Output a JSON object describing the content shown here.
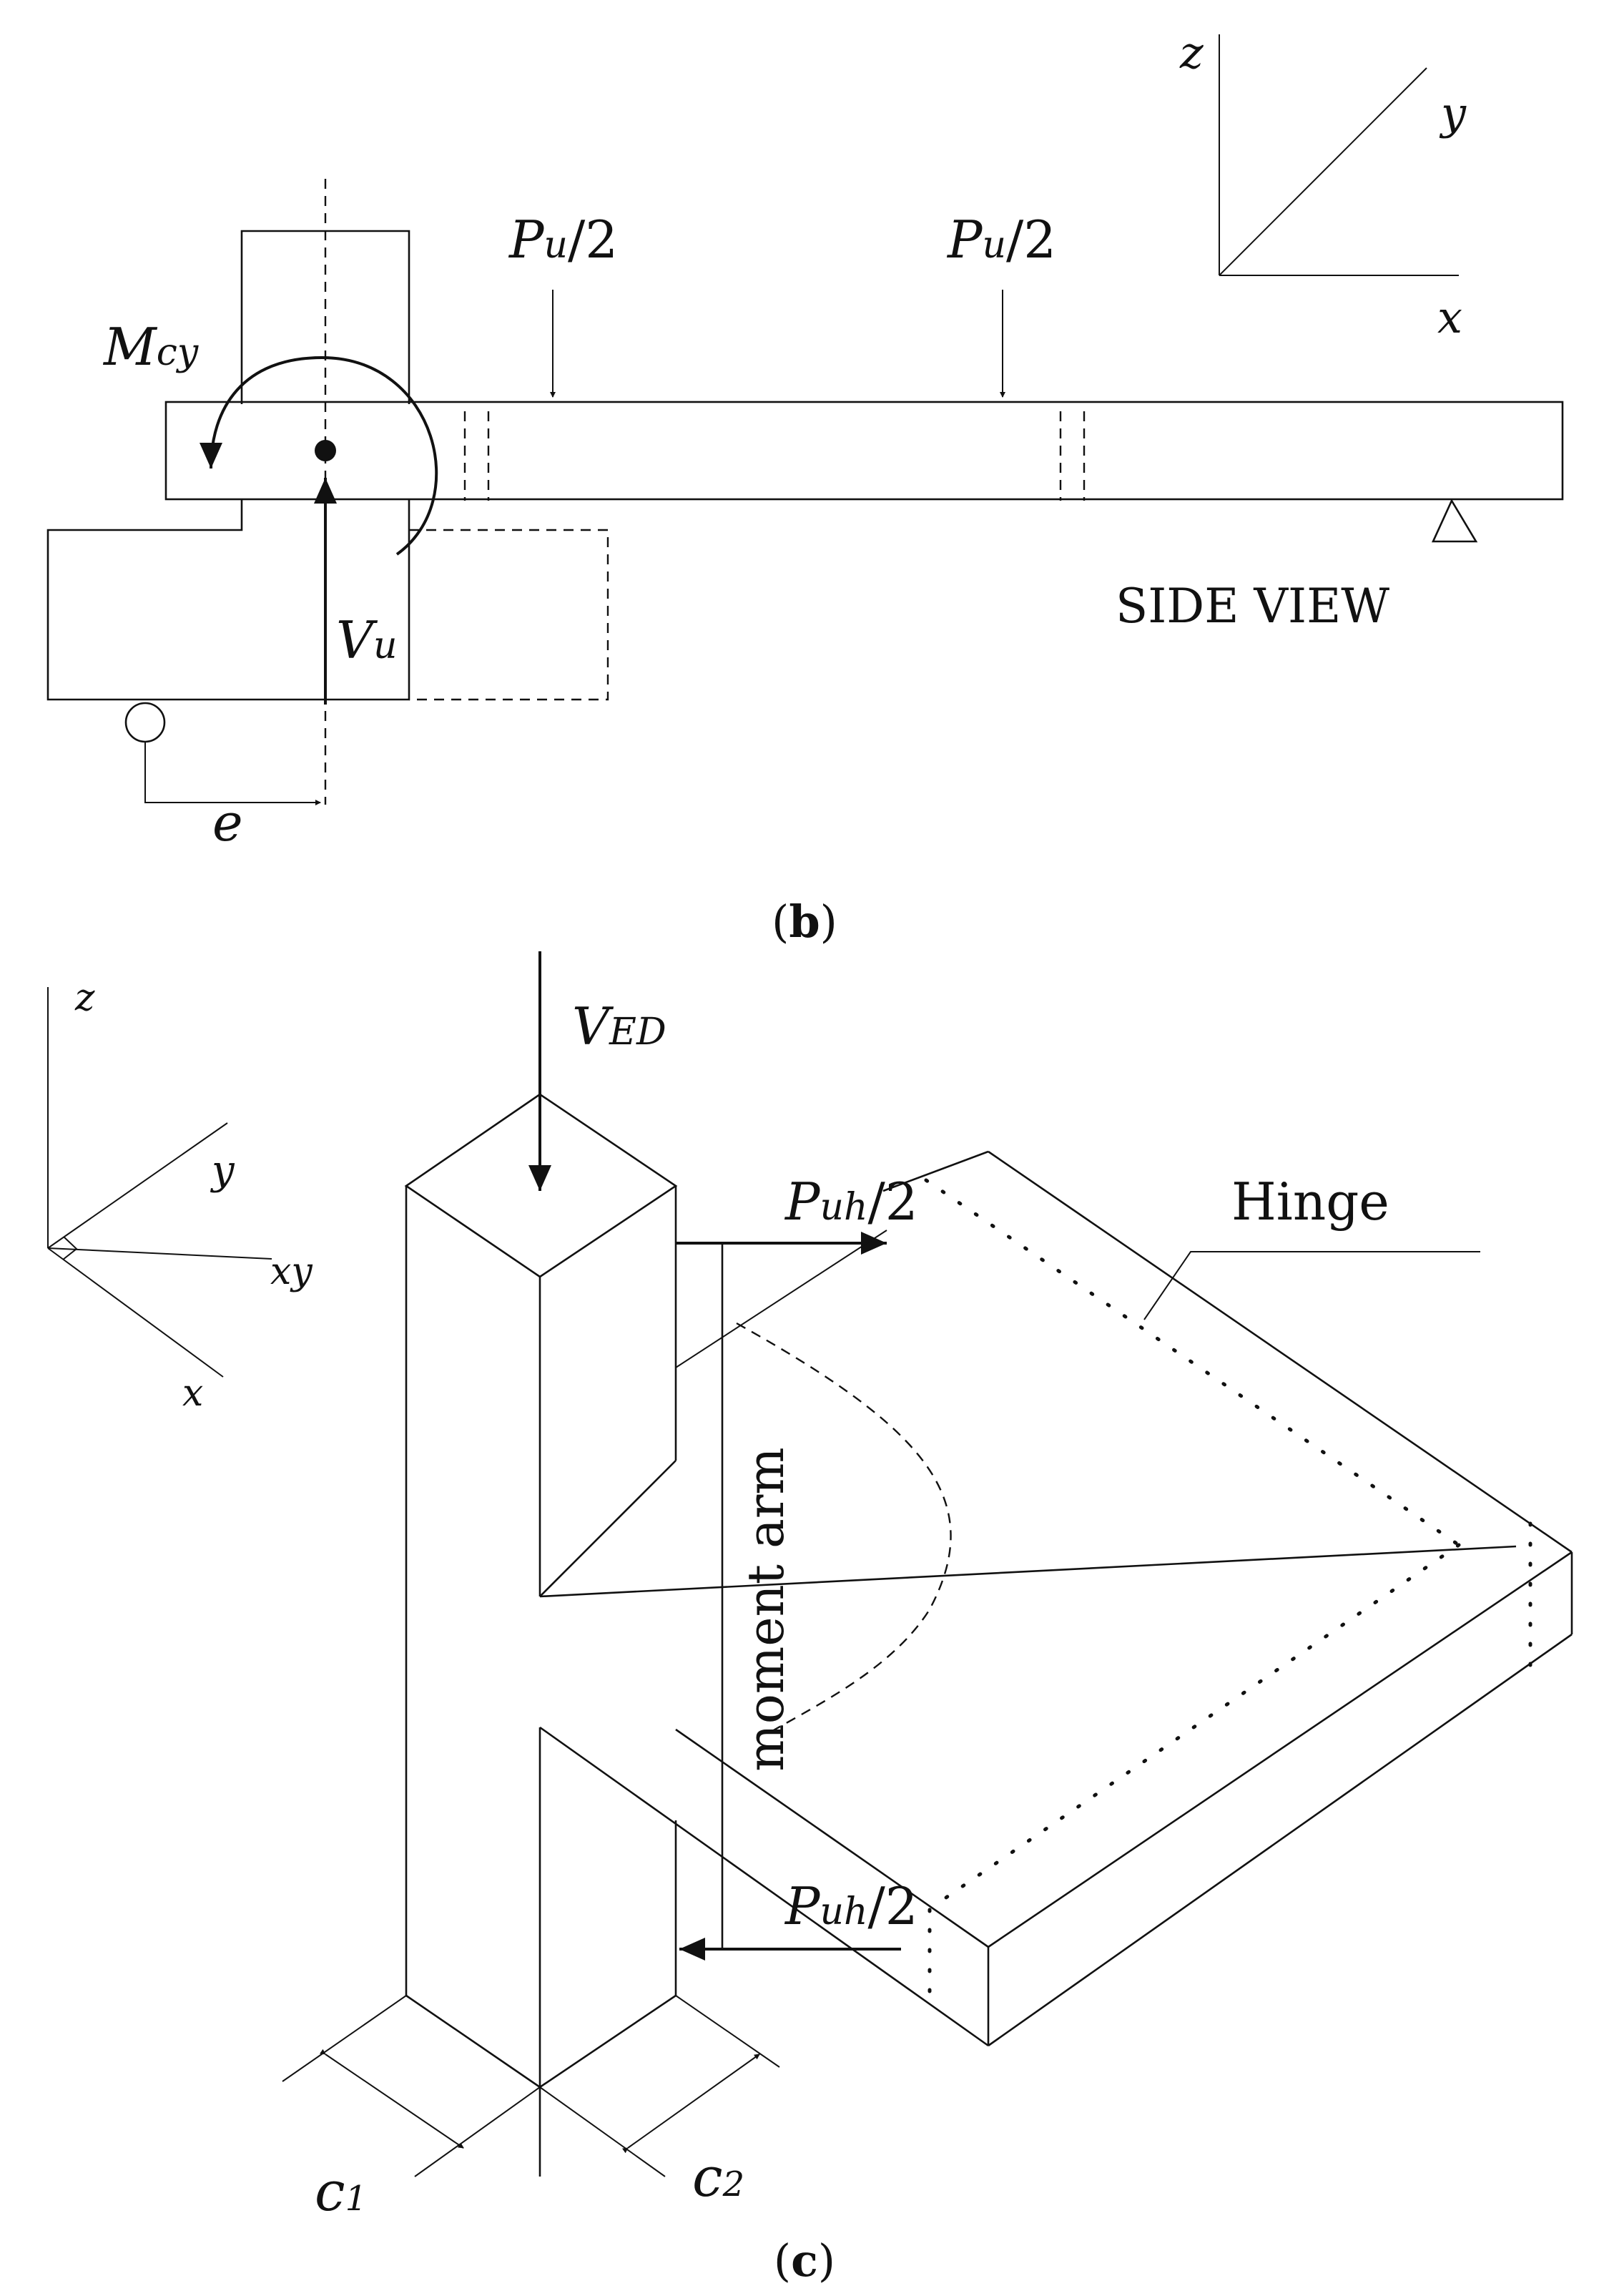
{
  "panel_b": {
    "load_left": {
      "symbol": "P",
      "sub": "u",
      "tail": "/2"
    },
    "load_right": {
      "symbol": "P",
      "sub": "u",
      "tail": "/2"
    },
    "moment": {
      "symbol": "M",
      "sub": "cy"
    },
    "shear": {
      "symbol": "V",
      "sub": "u"
    },
    "eccentricity": "e",
    "view_label": "SIDE VIEW",
    "axes": {
      "z": "z",
      "y": "y",
      "x": "x"
    },
    "caption_open": "(",
    "caption_letter": "b",
    "caption_close": ")"
  },
  "panel_c": {
    "vertical_load": {
      "symbol": "V",
      "sub": "ED"
    },
    "load_top": {
      "symbol": "P",
      "sub": "uh",
      "tail": "/2"
    },
    "load_bottom": {
      "symbol": "P",
      "sub": "uh",
      "tail": "/2"
    },
    "hinge_label": "Hinge",
    "moment_arm_label": "moment arm",
    "dim_c1": {
      "symbol": "c",
      "sub": "1"
    },
    "dim_c2": {
      "symbol": "c",
      "sub": "2"
    },
    "axes": {
      "z": "z",
      "y": "y",
      "xy": "xy",
      "x": "x"
    },
    "caption_open": "(",
    "caption_letter": "c",
    "caption_close": ")"
  }
}
